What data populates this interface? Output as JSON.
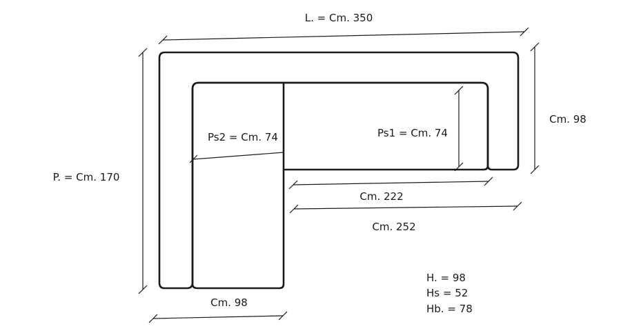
{
  "dimensions": {
    "length": "L. = Cm. 350",
    "depth": "P. = Cm. 170",
    "right_depth": "Cm. 98",
    "seat_depth_1": "Ps1 = Cm. 74",
    "seat_depth_2": "Ps2 = Cm. 74",
    "inner_length": "Cm. 222",
    "section_length": "Cm. 252",
    "chaise_width": "Cm. 98"
  },
  "heights": {
    "total": "H. = 98",
    "seat": "Hs = 52",
    "back": "Hb. = 78"
  }
}
